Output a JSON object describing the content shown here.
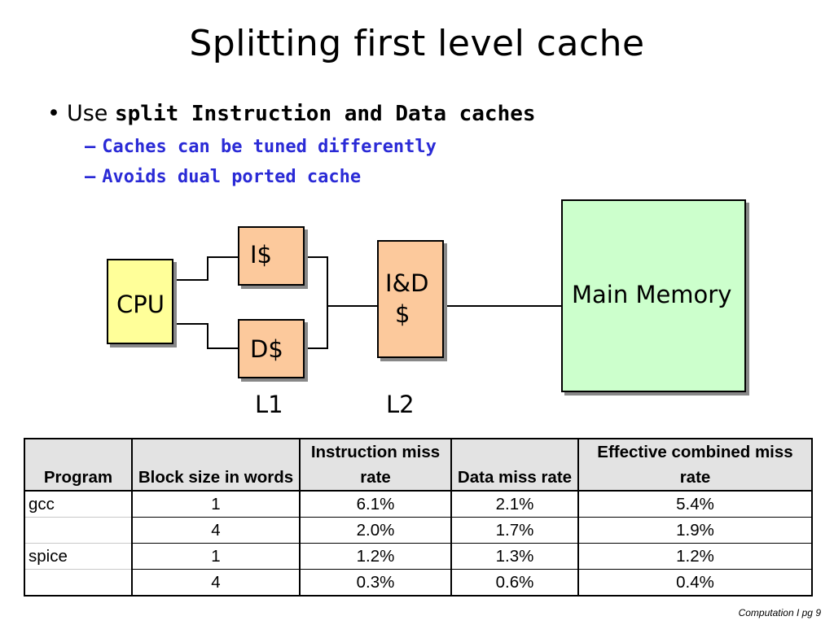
{
  "slide": {
    "title": "Splitting first level cache",
    "bullet": {
      "lead": "Use",
      "emphasis": "split Instruction and Data caches",
      "subpoints": [
        "Caches can be tuned differently",
        "Avoids dual ported cache"
      ]
    }
  },
  "diagram": {
    "cpu": "CPU",
    "icache": "I$",
    "dcache": "D$",
    "l2_line1": "I&D",
    "l2_line2": "$",
    "memory": "Main Memory",
    "level1": "L1",
    "level2": "L2",
    "colors": {
      "cpu": "#ffff99",
      "cache": "#fcc99c",
      "memory": "#ccffcc"
    }
  },
  "table": {
    "headers": [
      "Program",
      "Block size in words",
      "Instruction miss rate",
      "Data miss rate",
      "Effective combined miss rate"
    ],
    "rows": [
      [
        "gcc",
        "1",
        "6.1%",
        "2.1%",
        "5.4%"
      ],
      [
        "",
        "4",
        "2.0%",
        "1.7%",
        "1.9%"
      ],
      [
        "spice",
        "1",
        "1.2%",
        "1.3%",
        "1.2%"
      ],
      [
        "",
        "4",
        "0.3%",
        "0.6%",
        "0.4%"
      ]
    ]
  },
  "footer": "Computation I  pg 9"
}
